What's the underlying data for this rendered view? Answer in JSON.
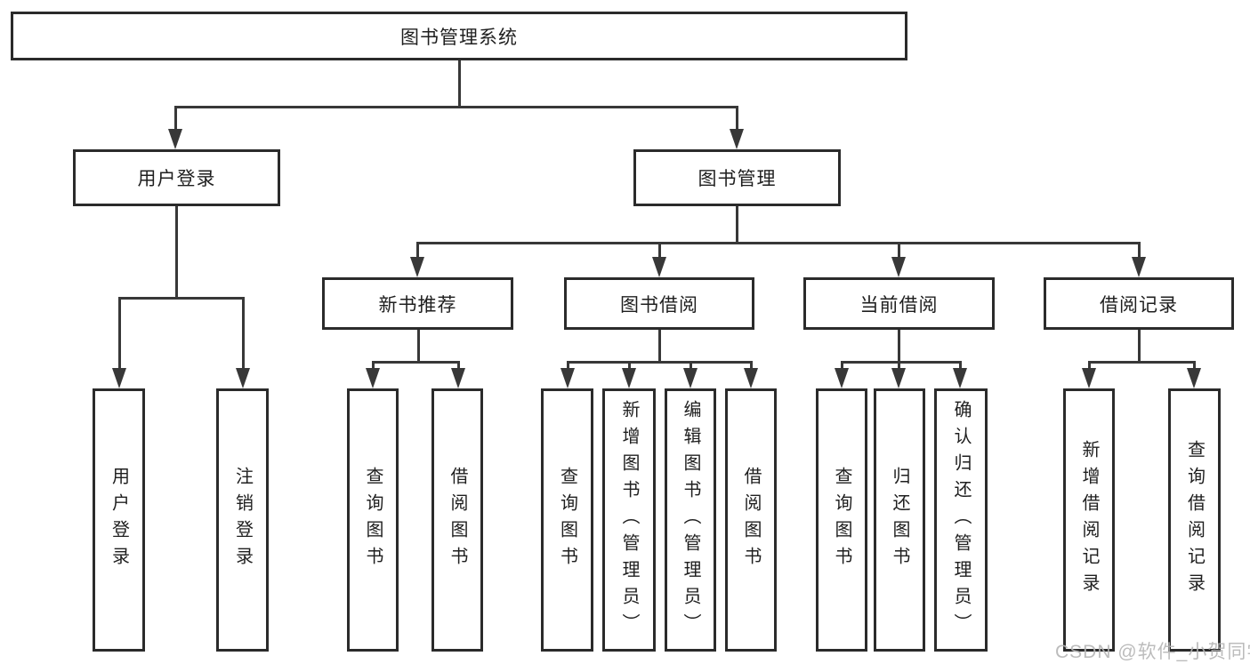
{
  "title": {
    "label": "图书管理系统"
  },
  "level2": [
    {
      "label": "用户登录"
    },
    {
      "label": "图书管理"
    }
  ],
  "level3": [
    {
      "label": "新书推荐"
    },
    {
      "label": "图书借阅"
    },
    {
      "label": "当前借阅"
    },
    {
      "label": "借阅记录"
    }
  ],
  "leaves": [
    {
      "label": "用户登录"
    },
    {
      "label": "注销登录"
    },
    {
      "label": "查询图书"
    },
    {
      "label": "借阅图书"
    },
    {
      "label": "查询图书"
    },
    {
      "label": "新增图书（管理员）"
    },
    {
      "label": "编辑图书（管理员）"
    },
    {
      "label": "借阅图书"
    },
    {
      "label": "查询图书"
    },
    {
      "label": "归还图书"
    },
    {
      "label": "确认归还（管理员）"
    },
    {
      "label": "新增借阅记录"
    },
    {
      "label": "查询借阅记录"
    }
  ],
  "watermark": {
    "text": "CSDN @软件_小贺同学"
  },
  "colors": {
    "line": "#383838",
    "border": "#2b2b2b",
    "text": "#1f1f1f",
    "watermark": "#b5b5b5",
    "background": "#ffffff"
  }
}
